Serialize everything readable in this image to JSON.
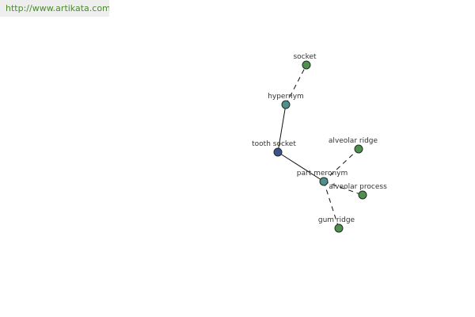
{
  "source_url": "http://www.artikata.com",
  "colors": {
    "center_node": "#3f4f8f",
    "relation_node": "#4f8f8f",
    "leaf_node": "#4f8f4f",
    "node_stroke": "#1f2f1f",
    "edge": "#111111"
  },
  "nodes": [
    {
      "id": "tooth-socket",
      "label": "tooth socket",
      "kind": "center"
    },
    {
      "id": "hypernym",
      "label": "hypernym",
      "kind": "relation"
    },
    {
      "id": "part-meronym",
      "label": "part meronym",
      "kind": "relation"
    },
    {
      "id": "socket",
      "label": "socket",
      "kind": "leaf"
    },
    {
      "id": "alveolar-ridge",
      "label": "alveolar ridge",
      "kind": "leaf"
    },
    {
      "id": "alveolar-process",
      "label": "alveolar process",
      "kind": "leaf"
    },
    {
      "id": "gum-ridge",
      "label": "gum ridge",
      "kind": "leaf"
    }
  ],
  "edges": [
    {
      "from": "tooth-socket",
      "to": "hypernym",
      "style": "solid"
    },
    {
      "from": "tooth-socket",
      "to": "part-meronym",
      "style": "solid"
    },
    {
      "from": "hypernym",
      "to": "socket",
      "style": "dashed"
    },
    {
      "from": "part-meronym",
      "to": "alveolar-ridge",
      "style": "dashed"
    },
    {
      "from": "part-meronym",
      "to": "alveolar-process",
      "style": "dashed"
    },
    {
      "from": "part-meronym",
      "to": "gum-ridge",
      "style": "dashed"
    }
  ]
}
